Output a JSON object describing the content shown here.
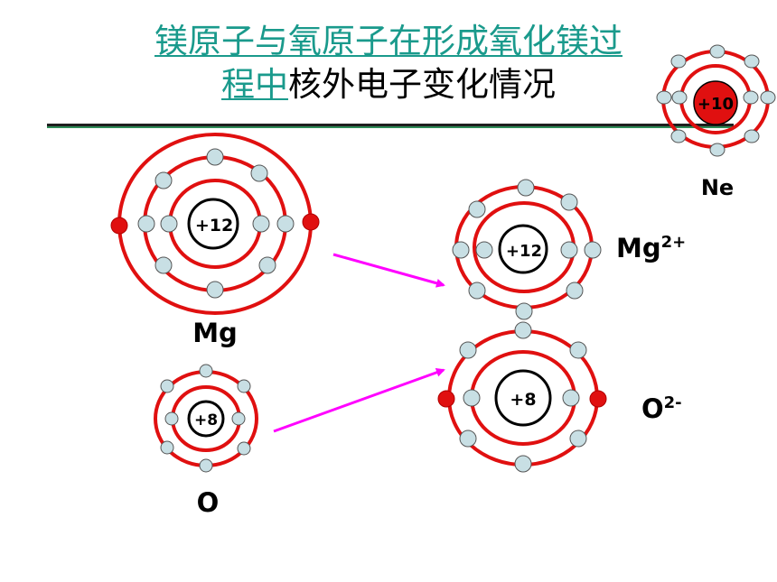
{
  "title": {
    "line1": "镁原子与氧原子在形成氧化镁过",
    "line2_link": "程中",
    "line2_rest": "核外电子变化情况"
  },
  "atoms": {
    "ne": {
      "nucleus": "+10",
      "label": "Ne"
    },
    "mg": {
      "nucleus": "+12",
      "label": "Mg"
    },
    "o": {
      "nucleus": "+8",
      "label": "O"
    },
    "mg_ion": {
      "nucleus": "+12",
      "label": "Mg",
      "charge": "2+"
    },
    "o_ion": {
      "nucleus": "+8",
      "label": "O",
      "charge": "2-"
    }
  },
  "colors": {
    "shell": "#e01010",
    "electron_fill": "#c8dfe4",
    "transferred_electron": "#e01010",
    "arrow": "#ff00ff",
    "title_link": "#1a9a8c"
  }
}
